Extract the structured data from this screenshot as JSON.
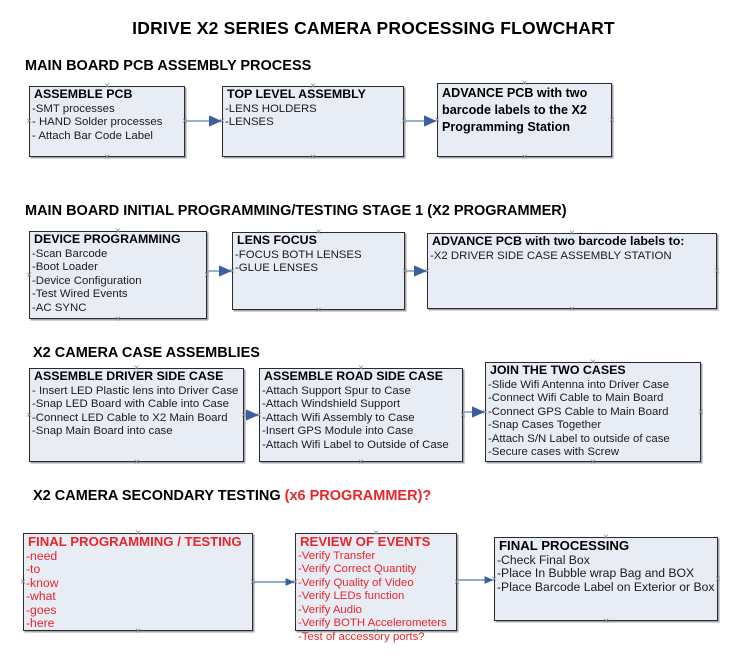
{
  "title": "IDRIVE X2  SERIES CAMERA PROCESSING FLOWCHART",
  "colors": {
    "node_fill": "#e8edf5",
    "node_border": "#2b2b2b",
    "accent_red": "#e8262a",
    "arrow_line": "#9bb2c9",
    "arrow_head": "#3a5f9e",
    "handle": "#8a8a96",
    "text": "#000000"
  },
  "sections": [
    {
      "id": "main-board-pcb-assembly-process",
      "header": "MAIN BOARD PCB ASSEMBLY PROCESS",
      "header_accent": "",
      "nodes": [
        {
          "id": "assemble-pcb",
          "title": "ASSEMBLE PCB",
          "lines": [
            "-SMT processes",
            "- HAND Solder processes",
            "- Attach Bar Code Label"
          ]
        },
        {
          "id": "top-level-assembly",
          "title": "TOP LEVEL ASSEMBLY",
          "lines": [
            "-LENS HOLDERS",
            "-LENSES"
          ]
        },
        {
          "id": "advance-pcb-programming-station",
          "title": "ADVANCE PCB with two barcode labels to the  X2 Programming Station",
          "lines": []
        }
      ]
    },
    {
      "id": "main-board-initial-programming-testing-stage-1",
      "header": "MAIN BOARD INITIAL PROGRAMMING/TESTING STAGE 1 (X2 PROGRAMMER)",
      "header_accent": "",
      "nodes": [
        {
          "id": "device-programming",
          "title": "DEVICE PROGRAMMING",
          "lines": [
            "-Scan Barcode",
            "-Boot Loader",
            "-Device Configuration",
            "-Test Wired Events",
            "-AC SYNC"
          ]
        },
        {
          "id": "lens-focus",
          "title": "LENS FOCUS",
          "lines": [
            "-FOCUS BOTH LENSES",
            "-GLUE LENSES"
          ]
        },
        {
          "id": "advance-pcb-driver-side-case",
          "title": "ADVANCE PCB with two barcode labels to:",
          "lines": [
            "-X2 DRIVER  SIDE  CASE  ASSEMBLY STATION"
          ]
        }
      ]
    },
    {
      "id": "x2-camera-case-assemblies",
      "header": "X2 CAMERA CASE ASSEMBLIES",
      "header_accent": "",
      "nodes": [
        {
          "id": "assemble-driver-side-case",
          "title": "ASSEMBLE DRIVER SIDE CASE",
          "lines": [
            "- Insert LED Plastic lens into Driver Case",
            "-Snap LED Board with Cable into Case",
            "-Connect LED Cable to X2 Main Board",
            "-Snap Main Board into case"
          ]
        },
        {
          "id": "assemble-road-side-case",
          "title": "ASSEMBLE ROAD SIDE CASE",
          "lines": [
            "-Attach Support Spur to Case",
            "-Attach Windshield Support",
            "-Attach Wifi Assembly to Case",
            "-Insert GPS Module into Case",
            "-Attach Wifi Label to Outside of Case"
          ]
        },
        {
          "id": "join-the-two-cases",
          "title": "JOIN THE TWO CASES",
          "lines": [
            "-Slide Wifi Antenna into Driver Case",
            "-Connect Wifi Cable to Main Board",
            "-Connect GPS Cable to Main Board",
            "-Snap Cases Together",
            "-Attach S/N Label to outside of case",
            "-Secure cases with Screw"
          ]
        }
      ]
    },
    {
      "id": "x2-camera-secondary-testing",
      "header": "X2 CAMERA SECONDARY TESTING ",
      "header_accent": "(x6 PROGRAMMER)?",
      "nodes": [
        {
          "id": "final-programming-testing",
          "title": "FINAL PROGRAMMING / TESTING",
          "lines": [
            "-need",
            "-to",
            "-know",
            "-what",
            "-goes",
            "-here"
          ]
        },
        {
          "id": "review-of-events",
          "title": "REVIEW OF EVENTS",
          "lines": [
            "-Verify Transfer",
            "-Verify Correct Quantity",
            "-Verify Quality of Video",
            "-Verify LEDs function",
            "-Verify Audio",
            "-Verify BOTH Accelerometers",
            "-Test of accessory ports?"
          ]
        },
        {
          "id": "final-processing",
          "title": "FINAL PROCESSING",
          "lines": [
            " -Check Final Box",
            "-Place In Bubble wrap Bag and BOX",
            "-Place Barcode Label on Exterior or Box"
          ]
        }
      ]
    }
  ]
}
